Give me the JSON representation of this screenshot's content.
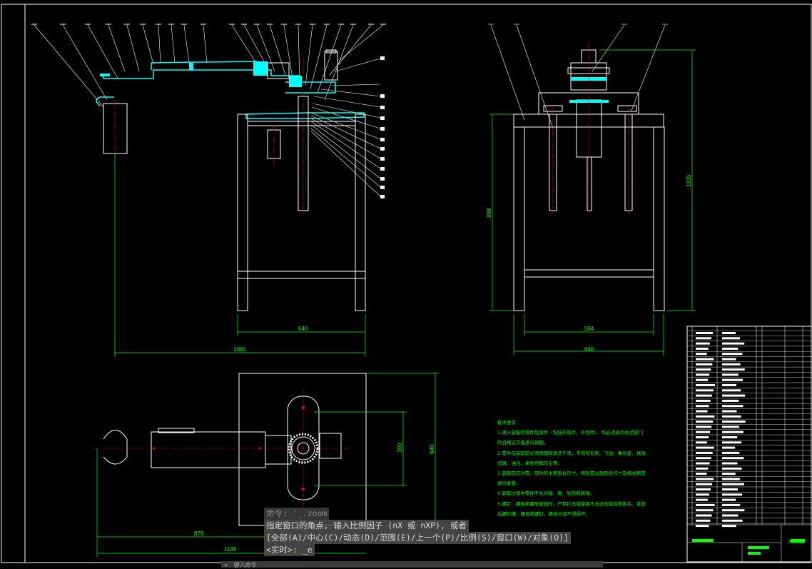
{
  "dimensions": {
    "side_width": "640",
    "side_overall": "1060",
    "front_width_inner": "564",
    "front_width_outer": "640",
    "front_height": "1105",
    "front_height_2": "898",
    "top_depth": "300",
    "top_width": "640",
    "top_offset": "879",
    "top_overall": "1149"
  },
  "tech_requirements": {
    "title": "技术要求",
    "lines": [
      "1.进入装配的零件及部件（包括外购件、外协件），均必须具有检验部门",
      "的合格证方能进行装配。",
      "2.零件在装配前必须清理和清洗干净，不得有毛刺、飞边、氧化皮、锈蚀、",
      "切屑、油污、着色剂和灰尘等。",
      "3.装配前应对零、部件的主要配合尺寸，特别是过盈配合尺寸及相关精度",
      "进行复查。",
      "4.装配过程中零件不允许磕、碰、划伤和锈蚀。",
      "5.螺钉、螺栓和螺母紧固时，严禁打击或使用不合适的旋具和扳手。紧固",
      "后螺钉槽、螺母和螺钉、螺栓头部不得损坏。"
    ]
  },
  "command": {
    "history": "命令: '_.zoom",
    "prompt": "指定窗口的角点, 输入比例因子 (nX 或 nXP), 或者",
    "options": "[全部(A)/中心(C)/动态(D)/范围(E)/上一个(P)/比例(S)/窗口(W)/对象(O)]",
    "current": "<实时>: _e",
    "input_placeholder": "键入命令"
  },
  "title_block": {
    "drawing_name": "三维总图"
  },
  "colors": {
    "background": "#000000",
    "outline": "#ffffff",
    "section": "#00ffff",
    "dimension": "#00ff00",
    "centerline": "#ff0000",
    "hidden": "#ff00ff"
  }
}
